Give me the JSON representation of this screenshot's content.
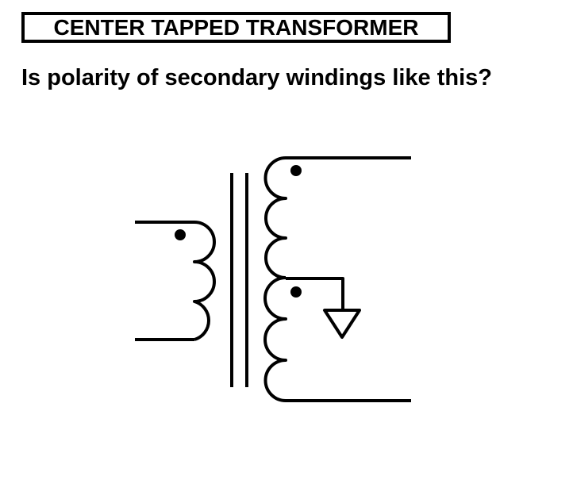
{
  "header": {
    "title": "CENTER TAPPED TRANSFORMER",
    "question": "Is polarity of secondary windings like this?"
  },
  "diagram": {
    "components": {
      "primary_winding": {
        "turns": 3,
        "polarity_dot": true
      },
      "core": {
        "lines": 2
      },
      "secondary_upper_winding": {
        "turns": 3,
        "polarity_dot": true
      },
      "secondary_lower_winding": {
        "turns": 3,
        "polarity_dot": true
      },
      "center_tap": {
        "connected_to": "ground"
      }
    },
    "colors": {
      "stroke": "#000000",
      "background": "#ffffff"
    }
  }
}
